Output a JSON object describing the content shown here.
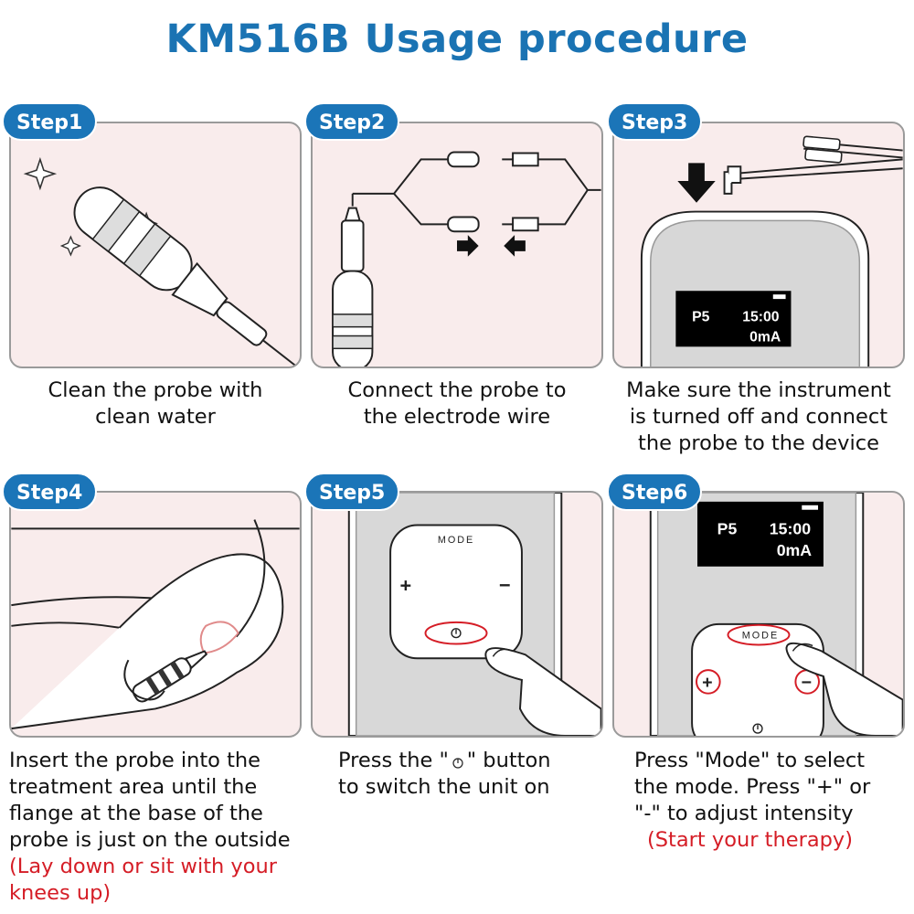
{
  "title": "KM516B Usage procedure",
  "steps": [
    {
      "label": "Step1",
      "caption": [
        "Clean the probe with",
        "clean water"
      ]
    },
    {
      "label": "Step2",
      "caption": [
        "Connect the probe to",
        "the electrode wire"
      ]
    },
    {
      "label": "Step3",
      "caption": [
        "Make sure the instrument",
        "is turned off and connect",
        "the probe to the device"
      ],
      "screen": {
        "program": "P5",
        "time": "15:00",
        "current": "0mA"
      }
    },
    {
      "label": "Step4",
      "caption": [
        "Insert the probe into the",
        "treatment area until the",
        "flange at the base of the",
        "probe is just on the outside"
      ],
      "note": [
        "(Lay down or sit with your",
        "knees up)"
      ]
    },
    {
      "label": "Step5",
      "caption_before_icon": "Press the \"",
      "caption_after_icon": "\" button",
      "caption_line2": "to switch the unit on",
      "panel": {
        "mode": "MODE",
        "plus": "+",
        "minus": "−"
      }
    },
    {
      "label": "Step6",
      "caption": [
        "Press \"Mode\" to select",
        "the mode. Press \"+\" or",
        "\"-\" to adjust intensity"
      ],
      "note": [
        "(Start your therapy)"
      ],
      "screen": {
        "program": "P5",
        "time": "15:00",
        "current": "0mA"
      },
      "panel": {
        "mode": "MODE",
        "plus": "+",
        "minus": "−"
      }
    }
  ],
  "colors": {
    "title": "#1a73b3",
    "badge": "#1b75b8",
    "note": "#d51d26",
    "panel_bg": "#f9ecec"
  }
}
